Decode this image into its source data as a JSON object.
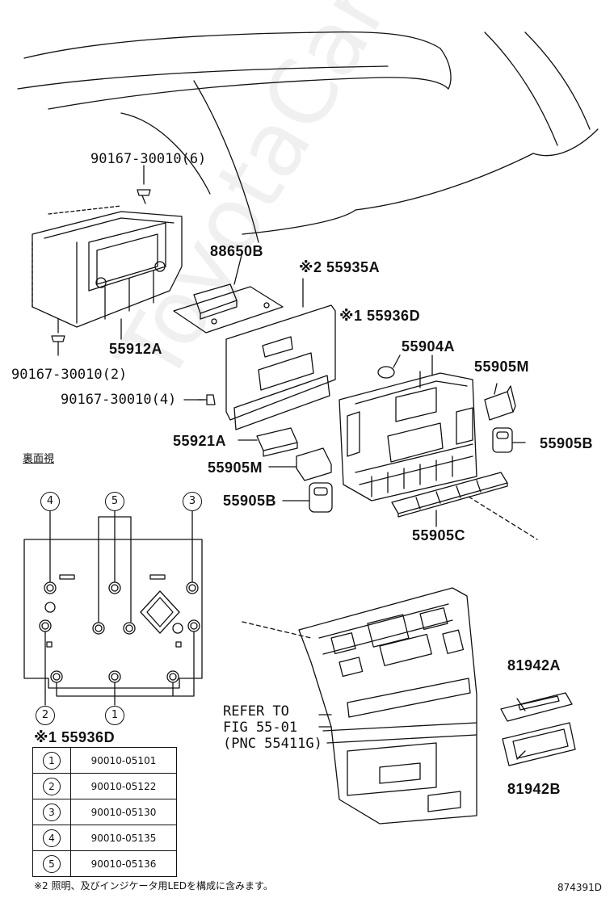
{
  "watermark": "ToyotaCarMine.ru",
  "part_labels": {
    "screw_6": "90167-30010(6)",
    "p88650B": "88650B",
    "p55935A": "※2 55935A",
    "p55936D_top": "※1 55936D",
    "p55904A": "55904A",
    "p55905M_right": "55905M",
    "p55905B_right": "55905B",
    "p55912A": "55912A",
    "screw_2": "90167-30010(2)",
    "screw_4": "90167-30010(4)",
    "p55921A": "55921A",
    "p55905M_left": "55905M",
    "p55905B_left": "55905B",
    "p55905C": "55905C",
    "p81942A": "81942A",
    "p81942B": "81942B",
    "refer_line1": "REFER TO",
    "refer_line2": "FIG 55-01",
    "refer_line3": "(PNC 55411G)"
  },
  "rear_view_label": "裏面視",
  "rear_view_callouts": [
    "4",
    "5",
    "3",
    "2",
    "1"
  ],
  "legend_title": "※1 55936D",
  "legend_rows": [
    {
      "num": "1",
      "part": "90010-05101"
    },
    {
      "num": "2",
      "part": "90010-05122"
    },
    {
      "num": "3",
      "part": "90010-05130"
    },
    {
      "num": "4",
      "part": "90010-05135"
    },
    {
      "num": "5",
      "part": "90010-05136"
    }
  ],
  "footnote": "※2 照明、及びインジケータ用LEDを構成に含みます。",
  "figure_code": "874391D"
}
